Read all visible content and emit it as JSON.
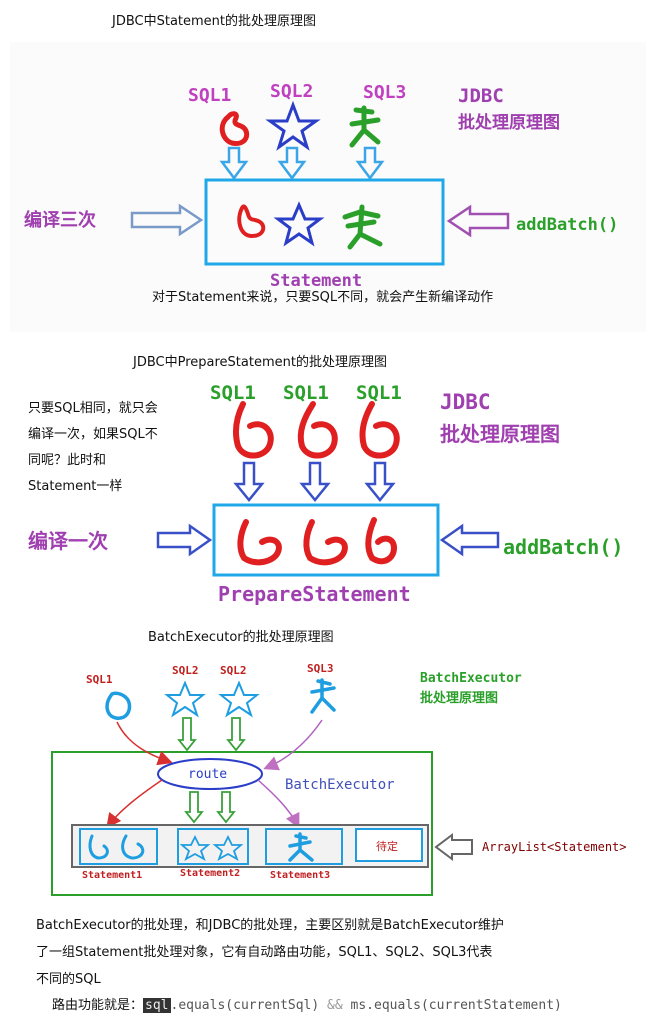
{
  "section1": {
    "title": "JDBC中Statement的批处理原理图",
    "sql_labels": [
      "SQL1",
      "SQL2",
      "SQL3"
    ],
    "jdbc_label": "JDBC",
    "subtitle": "批处理原理图",
    "left_label": "编译三次",
    "right_label": "addBatch()",
    "box_label": "Statement",
    "caption": "对于Statement来说，只要SQL不同，就会产生新编译动作"
  },
  "section2": {
    "title": "JDBC中PrepareStatement的批处理原理图",
    "side_note": [
      "只要SQL相同，就只会",
      "编译一次，如果SQL不",
      "同呢？此时和",
      "Statement一样"
    ],
    "sql_labels": [
      "SQL1",
      "SQL1",
      "SQL1"
    ],
    "jdbc_label": "JDBC",
    "subtitle": "批处理原理图",
    "left_label": "编译一次",
    "right_label": "addBatch()",
    "box_label": "PrepareStatement"
  },
  "section3": {
    "title": "BatchExecutor的批处理原理图",
    "sql_labels": [
      "SQL1",
      "SQL2",
      "SQL2",
      "SQL3"
    ],
    "legend_title": "BatchExecutor",
    "legend_subtitle": "批处理原理图",
    "route_label": "route",
    "executor_label": "BatchExecutor",
    "statement_labels": [
      "Statement1",
      "Statement2",
      "Statement3"
    ],
    "pending_label": "待定",
    "arraylist_label": "ArrayList<Statement>"
  },
  "footer": {
    "paragraph_lines": [
      "BatchExecutor的批处理，和JDBC的批处理，主要区别就是BatchExecutor维护",
      "了一组Statement批处理对象，它有自动路由功能，SQL1、SQL2、SQL3代表",
      "不同的SQL"
    ],
    "route_prefix": "路由功能就是：",
    "code_sql": "sql",
    "code_mid": ".equals(currentSql)",
    "code_and": " && ",
    "code_end": "ms.equals(currentStatement)"
  },
  "colors": {
    "purple": "#a040b0",
    "red": "#e02020",
    "blue_star": "#2a3ec8",
    "green": "#2aa02a",
    "cyan": "#1e9ee0",
    "box_blue": "#1fa8e8",
    "arrow_blue": "#3aa6e8"
  }
}
